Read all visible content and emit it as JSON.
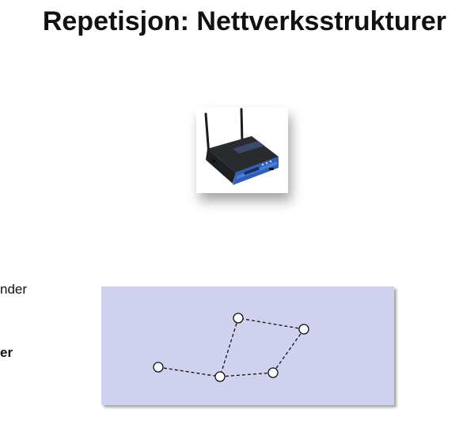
{
  "slide": {
    "title": "Repetisjon: Nettverksstrukturer"
  },
  "side_text": {
    "line1": "nder",
    "line2": "er"
  },
  "router_image": {
    "icon": "wireless-router-icon"
  },
  "colors": {
    "panel_background": "#d0d1ef",
    "node_fill": "#ffffff",
    "edge_color": "#111111",
    "router_body": "#2a2b2e",
    "router_front": "#2f5fb8"
  },
  "network": {
    "nodes": [
      "n1",
      "n2",
      "n3",
      "n4",
      "n5"
    ],
    "edges": [
      [
        "n1",
        "n2"
      ],
      [
        "n2",
        "n3"
      ],
      [
        "n3",
        "n4"
      ],
      [
        "n4",
        "n5"
      ],
      [
        "n5",
        "n2"
      ]
    ],
    "edge_style": "dashed"
  }
}
